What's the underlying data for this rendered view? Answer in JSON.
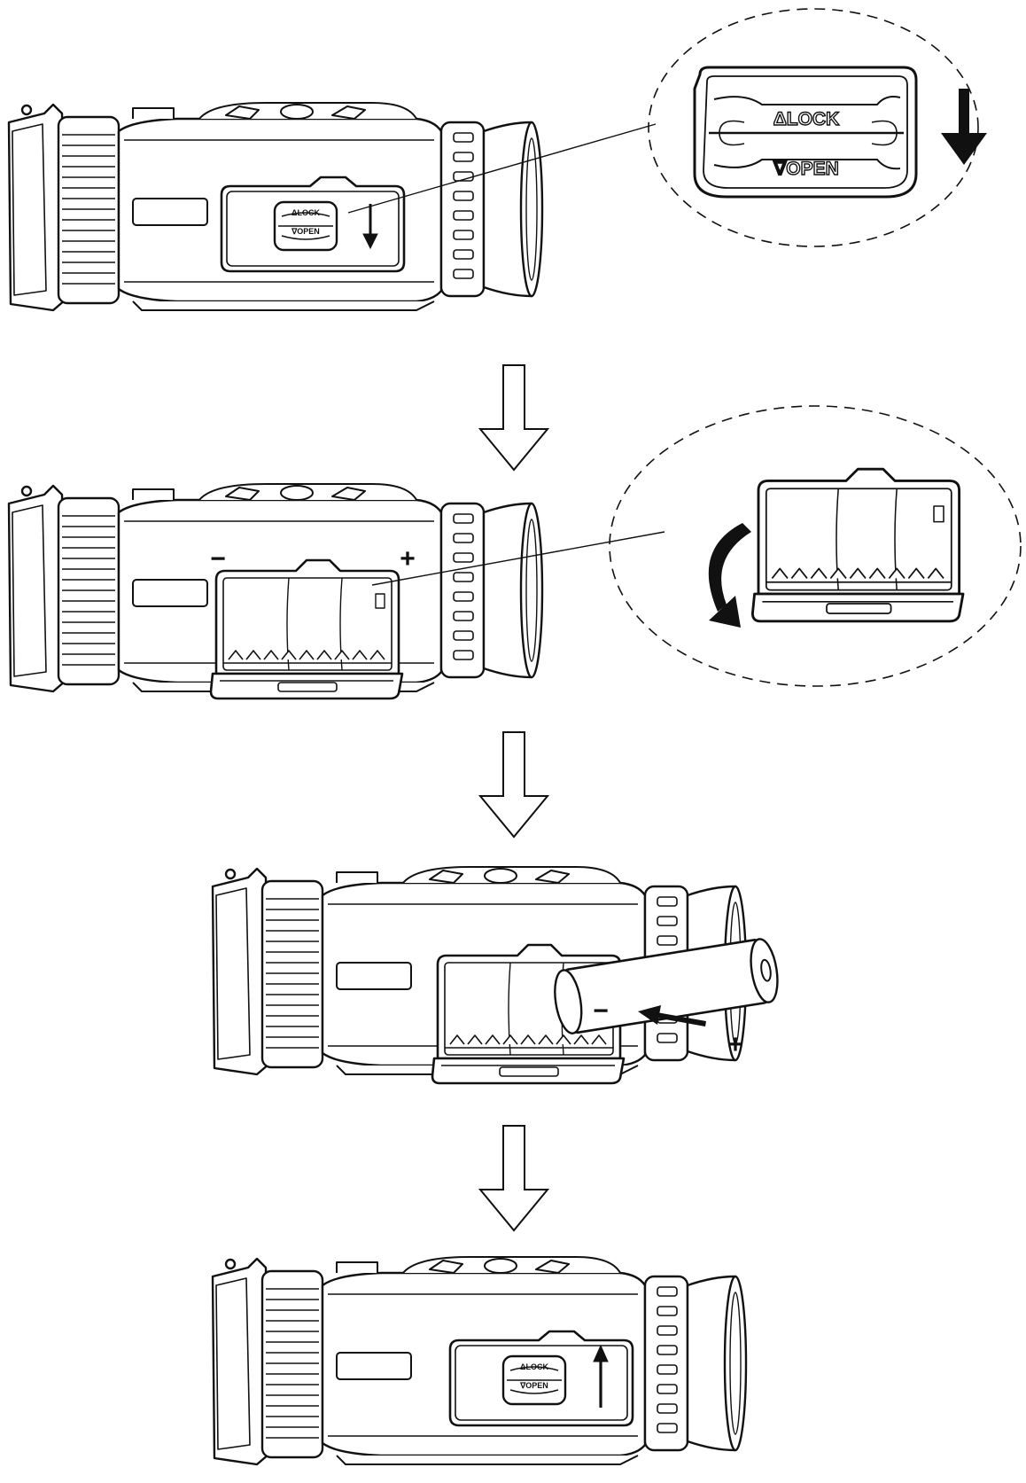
{
  "labels": {
    "lock": "ΔLOCK",
    "open": "∇OPEN",
    "minus": "−",
    "plus": "+"
  },
  "colors": {
    "ink": "#111111",
    "paper": "#ffffff",
    "shade": "#e6e6e6"
  },
  "steps": [
    {
      "name": "slide-latch-to-open"
    },
    {
      "name": "open-battery-cover"
    },
    {
      "name": "insert-battery"
    },
    {
      "name": "close-cover-slide-latch-to-lock"
    }
  ]
}
